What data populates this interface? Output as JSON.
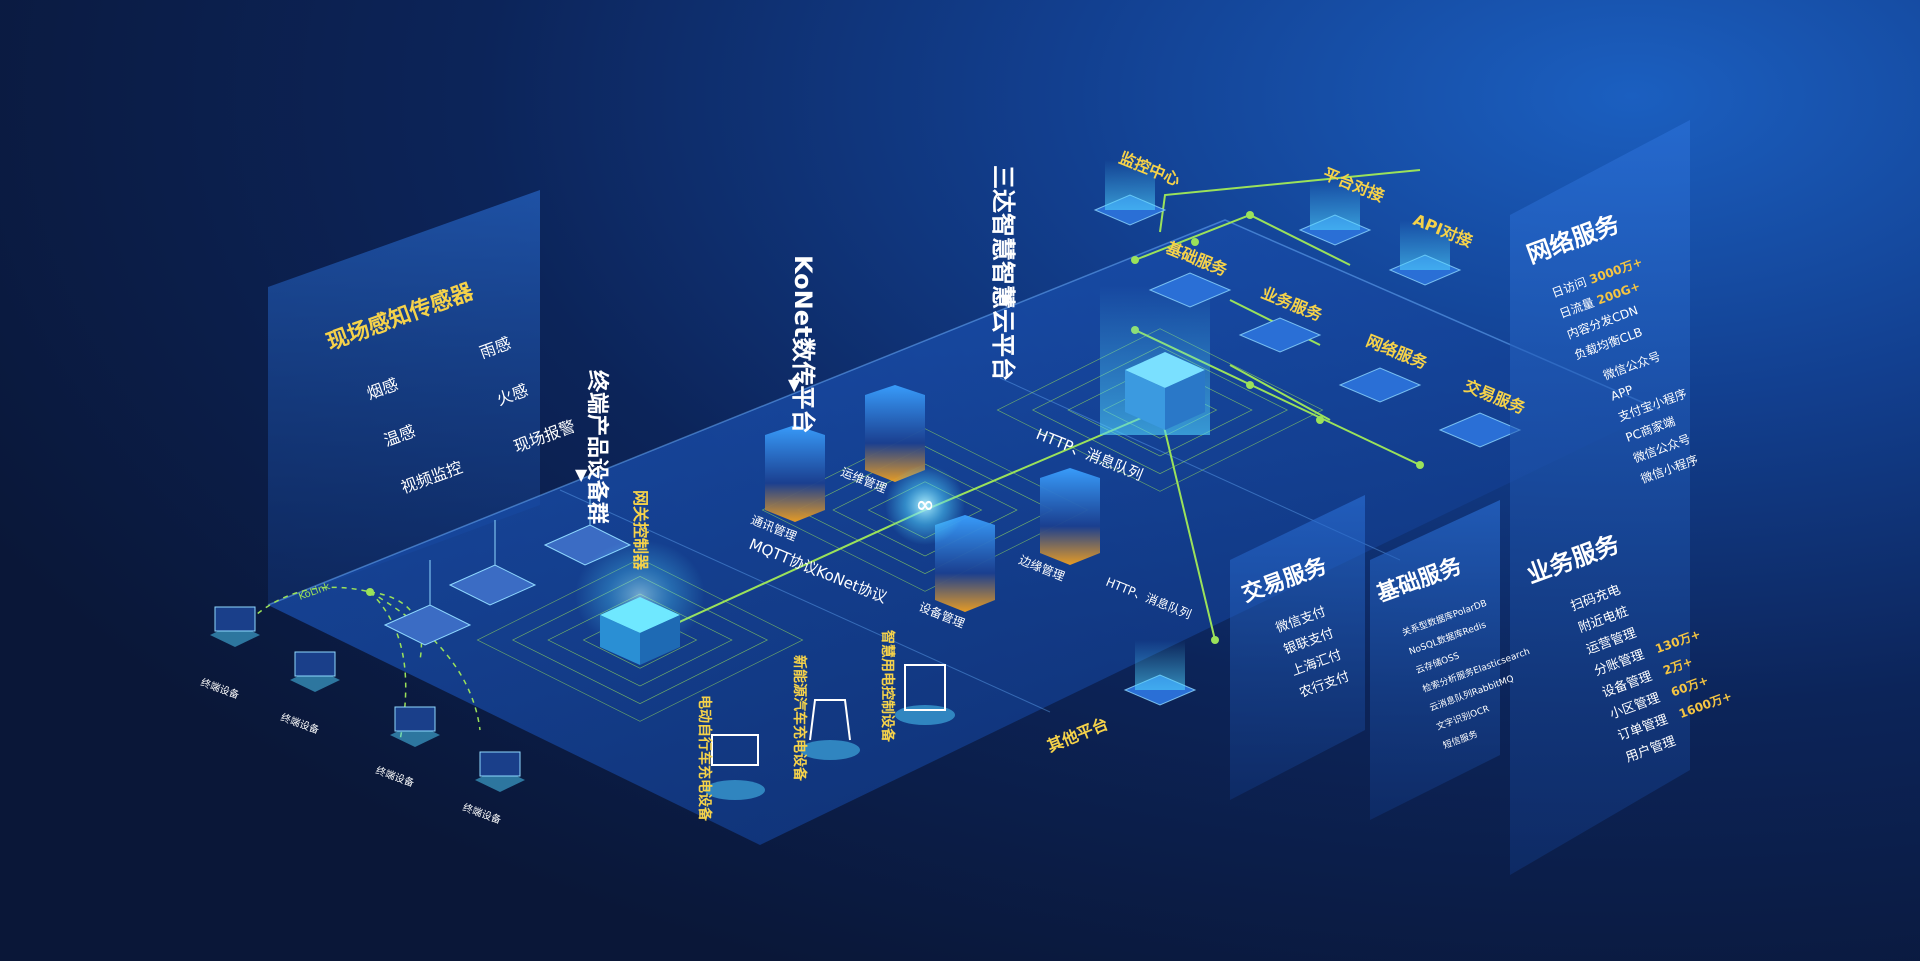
{
  "sensor_panel": {
    "title": "现场感知传感器",
    "items": [
      "烟感",
      "雨感",
      "温感",
      "火感",
      "视频监控",
      "现场报警"
    ]
  },
  "terminal_label": "终端产品设备群",
  "gateway_label": "网关控制器",
  "konet_label": "KoNet数传平台",
  "cloud_label": "三达智慧智慧云平台",
  "protocol_mqtt": "MQTT协议",
  "protocol_konet": "KoNet协议",
  "http_1": "HTTP、消息队列",
  "http_2": "HTTP、消息队列",
  "towers": [
    "通讯管理",
    "运维管理",
    "设备管理",
    "边缘管理"
  ],
  "top_nodes": [
    "监控中心",
    "平台对接",
    "API对接"
  ],
  "service_nodes": [
    "基础服务",
    "业务服务",
    "网络服务",
    "交易服务"
  ],
  "other_platform": "其他平台",
  "terminal_device": "终端设备",
  "kolink": "KoLink",
  "charging_devices": [
    "电动自行车充电设备",
    "新能源汽车充电设备",
    "智慧用电控制设备"
  ],
  "panel_network": {
    "title": "网络服务",
    "rows": [
      {
        "label": "日访问",
        "value": "3000万+"
      },
      {
        "label": "日流量",
        "value": "200G+"
      },
      {
        "label": "内容分发CDN",
        "value": ""
      },
      {
        "label": "负载均衡CLB",
        "value": ""
      }
    ],
    "items": [
      "微信公众号",
      "APP",
      "支付宝小程序",
      "PC商家端",
      "微信公众号",
      "微信小程序"
    ]
  },
  "panel_business": {
    "title": "业务服务",
    "rows": [
      {
        "label": "扫码充电",
        "value": ""
      },
      {
        "label": "附近电桩",
        "value": ""
      },
      {
        "label": "运营管理",
        "value": ""
      },
      {
        "label": "分账管理",
        "value": "130万+"
      },
      {
        "label": "设备管理",
        "value": "2万+"
      },
      {
        "label": "小区管理",
        "value": "60万+"
      },
      {
        "label": "订单管理",
        "value": "1600万+"
      },
      {
        "label": "用户管理",
        "value": ""
      }
    ]
  },
  "panel_trade": {
    "title": "交易服务",
    "items": [
      "微信支付",
      "银联支付",
      "上海汇付",
      "农行支付"
    ]
  },
  "panel_base": {
    "title": "基础服务",
    "items": [
      "关系型数据库PolarDB",
      "NoSQL数据库Redis",
      "云存储OSS",
      "检索分析服务Elasticsearch",
      "云消息队列RabbitMQ",
      "文字识别OCR",
      "短信服务"
    ]
  },
  "colors": {
    "accent": "#f5d24a",
    "line": "#9be25a",
    "glow": "#4fd3ff",
    "orange": "#f0a020"
  }
}
